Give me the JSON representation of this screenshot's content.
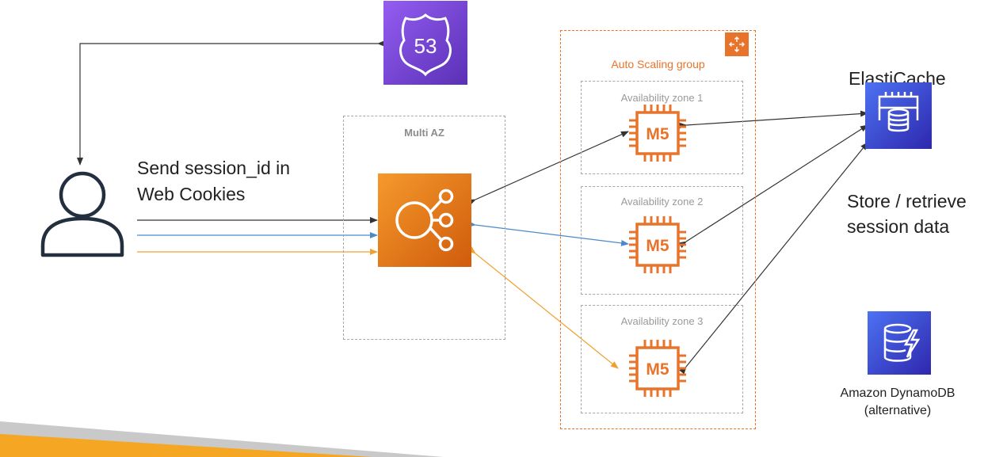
{
  "route53": {
    "label": "53",
    "icon": "route53-icon",
    "color": "#7b3fe4"
  },
  "user": {
    "icon": "user-icon",
    "note_line1": "Send session_id in",
    "note_line2": "Web Cookies"
  },
  "multi_az": {
    "label": "Multi AZ"
  },
  "load_balancer": {
    "icon": "elastic-load-balancer-icon",
    "color": "#ec7211"
  },
  "asg": {
    "label": "Auto Scaling group",
    "icon": "auto-scaling-icon",
    "color": "#e8742b"
  },
  "zones": [
    {
      "label": "Availability zone 1",
      "instance": "M5"
    },
    {
      "label": "Availability zone 2",
      "instance": "M5"
    },
    {
      "label": "Availability zone 3",
      "instance": "M5"
    }
  ],
  "elasticache": {
    "title": "ElastiCache",
    "icon": "elasticache-icon",
    "color": "#3b48cc"
  },
  "session_note": {
    "line1": "Store / retrieve",
    "line2": "session data"
  },
  "dynamodb": {
    "line1": "Amazon DynamoDB",
    "line2": "(alternative)",
    "icon": "dynamodb-icon"
  },
  "arrow_colors": {
    "black": "#333333",
    "blue": "#4a8ac9",
    "orange": "#f0a030"
  }
}
